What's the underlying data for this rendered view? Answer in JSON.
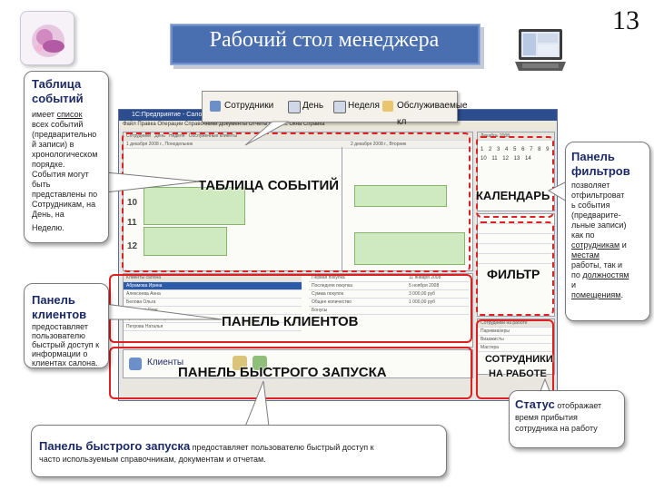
{
  "slide": {
    "title": "Рабочий стол менеджера",
    "number": "13"
  },
  "callouts": {
    "events": {
      "title_line1": "Таблица",
      "title_line2": "событий",
      "text_lines": [
        "имеет ",
        "всех событий",
        "(предварительно",
        "й записи) в",
        "хронологическом",
        "порядке.",
        "События могут",
        "быть",
        "представлены по",
        "Сотрудникам, на",
        "День, на",
        "Неделю."
      ],
      "underlined_word": "список"
    },
    "filters": {
      "title_line1": "Панель",
      "title_line2": "фильтров",
      "text_lines": [
        "позволяет",
        "отфильтроват",
        "ь события",
        "(предварите-",
        "льные записи)",
        "как по"
      ],
      "underlined_staff": "сотрудникам",
      "after_staff": " и",
      "places_line1": "местам",
      "places_line2": "работы, так и",
      "places_line3": "по ",
      "underlined_positions": "должностям",
      "and_word": "и",
      "underlined_premises": "помещениям",
      "period": "."
    },
    "clients": {
      "title_line1": "Панель",
      "title_line2": "клиентов",
      "text_lines": [
        "предоставляет",
        "пользователю",
        "быстрый доступ к",
        "информации о",
        "клиентах салона."
      ]
    },
    "quick_launch": {
      "title": "Панель быстрого запуска",
      "text1": " предоставляет пользователю быстрый доступ к",
      "text2": "часто используемым справочникам, документам и отчетам."
    },
    "status": {
      "title": "Статус",
      "text1": " отображает",
      "text2": "время прибытия",
      "text3": "сотрудника на работу"
    }
  },
  "regions": {
    "events_table": "ТАБЛИЦА СОБЫТИЙ",
    "calendar": "КАЛЕНДАРЬ",
    "filter": "ФИЛЬТР",
    "clients_panel": "ПАНЕЛЬ КЛИЕНТОВ",
    "quick_launch": "ПАНЕЛЬ БЫСТРОГО ЗАПУСКА",
    "staff_line1": "СОТРУДНИКИ",
    "staff_line2": "НА РАБОТЕ"
  },
  "toolbar": {
    "staff": "Сотрудники",
    "day": "День",
    "week": "Неделя",
    "served": "Обслуживаемые кл"
  },
  "app": {
    "window_title": "1С:Предприятие - Салон \"Модель\" - Рабочий стол менеджера",
    "menu": "Файл  Правка  Операции  Справочники  Документы  Отчеты  Сервис  Окна  Справка",
    "tabs": [
      "Сотрудники",
      "День",
      "Неделя",
      "Обслуженные клиенты"
    ],
    "date_left": "1 декабря 2008 г., Понедельник",
    "date_right": "2 декабря 2008 г., Вторник",
    "hours": [
      "10",
      "11",
      "12"
    ],
    "calendar_title": "Декабрь 2008",
    "calendar_days": [
      "1",
      "2",
      "3",
      "4",
      "5",
      "6",
      "7",
      "8",
      "9",
      "10",
      "11",
      "12",
      "13",
      "14"
    ],
    "client_rows": [
      "Клиенты салона",
      "Абрамова Ирина",
      "Алексеева Анна",
      "Белова Ольга",
      "Васильев Олег",
      "Кузнецова Надежда",
      "Петрова Наталья"
    ],
    "client_info": [
      "Первая покупка",
      "Последняя покупка",
      "Сумма покупок",
      "Общее количество",
      "Бонусы"
    ],
    "client_dates": [
      "11 января 2008",
      "5 ноября 2008",
      "3 000,00 руб",
      "1 000,00 руб"
    ],
    "quick_launch_label": "Клиенты",
    "staff_panel_title": "Сотрудники на работе",
    "staff_list": [
      "Парикмахеры",
      "Визажисты",
      "Мастера"
    ]
  }
}
